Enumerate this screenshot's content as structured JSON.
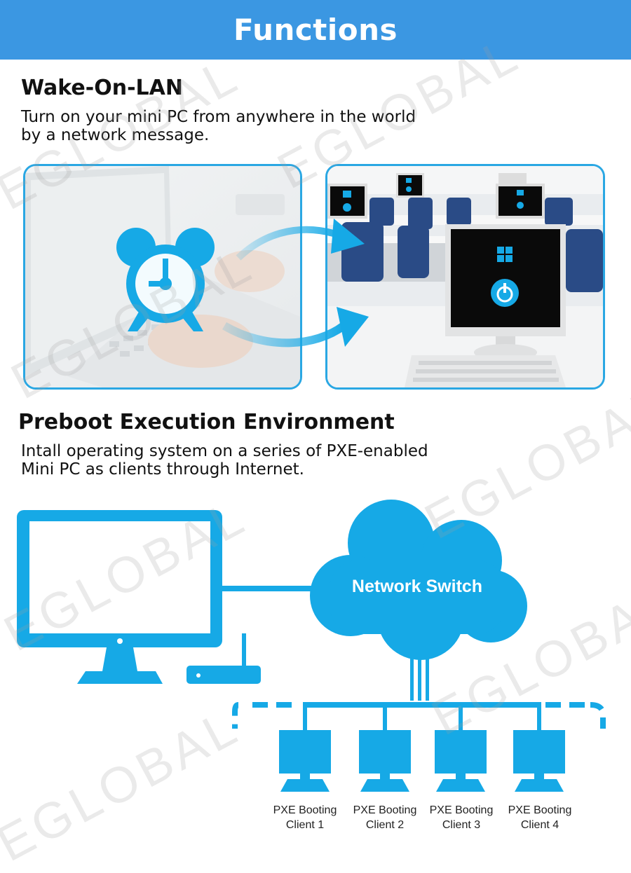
{
  "header": {
    "title": "Functions"
  },
  "wol": {
    "title": "Wake-On-LAN",
    "description_lines": [
      "Turn on your mini PC from anywhere in the world",
      "by a network message."
    ]
  },
  "pxe": {
    "title": "Preboot Execution Environment",
    "description_lines": [
      "Intall operating system on a series of PXE-enabled",
      "Mini PC as clients through Internet."
    ],
    "switch_label": "Network Switch",
    "clients": [
      {
        "line1": "PXE Booting",
        "line2": "Client 1"
      },
      {
        "line1": "PXE Booting",
        "line2": "Client 2"
      },
      {
        "line1": "PXE Booting",
        "line2": "Client 3"
      },
      {
        "line1": "PXE Booting",
        "line2": "Client 4"
      }
    ]
  },
  "watermark": {
    "text": "EGLOBAL"
  },
  "colors": {
    "banner": "#3b97e2",
    "accent": "#16a9e6",
    "text": "#111111"
  },
  "icons": [
    "alarm-clock-icon",
    "arrow-icon",
    "windows-logo-icon",
    "power-icon",
    "monitor-icon",
    "router-icon",
    "cloud-icon"
  ]
}
